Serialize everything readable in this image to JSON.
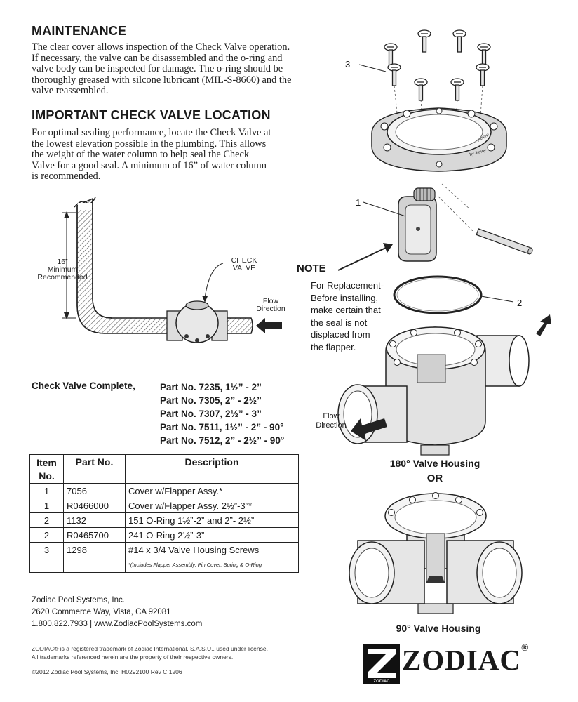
{
  "maintenance": {
    "title": "MAINTENANCE",
    "lines": [
      "The clear cover allows inspection of the Check Valve operation.",
      "If necessary, the valve can be disassembled and the o-ring and",
      "valve body can be inspected for damage. The o-ring should be",
      "thoroughly greased with silcone lubricant (MIL-S-8660) and the",
      "valve reassembled."
    ]
  },
  "location": {
    "title": "IMPORTANT CHECK VALVE LOCATION",
    "lines": [
      "For optimal sealing performance, locate the Check Valve at",
      "the lowest elevation possible in the plumbing. This allows",
      "the weight of the water column to help seal the Check",
      "Valve for a good seal. A minimum of 16” of water column",
      "is recommended."
    ]
  },
  "diagram_left": {
    "height_label": [
      "16”",
      "Minimum",
      "Recommended"
    ],
    "check_valve_label": [
      "CHECK",
      "VALVE"
    ],
    "flow_label": [
      "Flow",
      "Direction"
    ]
  },
  "parts_header": "Check Valve Complete,",
  "part_numbers": [
    "Part No. 7235, 1½” - 2”",
    "Part No. 7305, 2” - 2½”",
    "Part No. 7307, 2½” - 3”",
    "Part No. 7511, 1½” - 2” - 90°",
    "Part No. 7512, 2” - 2½” - 90°"
  ],
  "table": {
    "headers": [
      "Item No.",
      "Part No.",
      "Description"
    ],
    "rows": [
      [
        "1",
        "7056",
        "Cover w/Flapper Assy.*"
      ],
      [
        "1",
        "R0466000",
        "Cover w/Flapper Assy. 2½”-3”*"
      ],
      [
        "2",
        "1132",
        "151 O-Ring 1½”-2” and 2”- 2½”"
      ],
      [
        "2",
        "R0465700",
        "241 O-Ring 2½”-3”"
      ],
      [
        "3",
        "1298",
        "#14 x 3/4 Valve Housing Screws"
      ]
    ],
    "footnote": "*(Includes Flapper Assembly, Pin Cover, Spring & O-Ring"
  },
  "company": {
    "name": "Zodiac Pool Systems, Inc.",
    "address": "2620 Commerce Way, Vista, CA 92081",
    "contact": "1.800.822.7933  |  www.ZodiacPoolSystems.com"
  },
  "legal": {
    "trademark1": "ZODIAC® is a registered trademark of Zodiac International, S.A.S.U., used under license.",
    "trademark2": "All trademarks referenced herein are the property of their respective owners.",
    "copyright": "©2012 Zodiac Pool Systems, Inc. H0292100 Rev C 1206"
  },
  "logo": {
    "text": "ZODIAC",
    "mark": "Z",
    "small": "ZODIAC"
  },
  "diagram_right": {
    "callouts": [
      "3",
      "1",
      "2"
    ],
    "note_title": "NOTE",
    "note_lines": [
      "For Replacement-",
      "Before installing,",
      "make certain that",
      "the seal is not",
      "displaced from",
      "the flapper."
    ],
    "cover_text": [
      "PATENT",
      "by Jandy"
    ],
    "flow_label": [
      "Flow",
      "Direction"
    ],
    "caption_180": "180° Valve Housing",
    "or_label": "OR",
    "caption_90": "90° Valve Housing"
  }
}
